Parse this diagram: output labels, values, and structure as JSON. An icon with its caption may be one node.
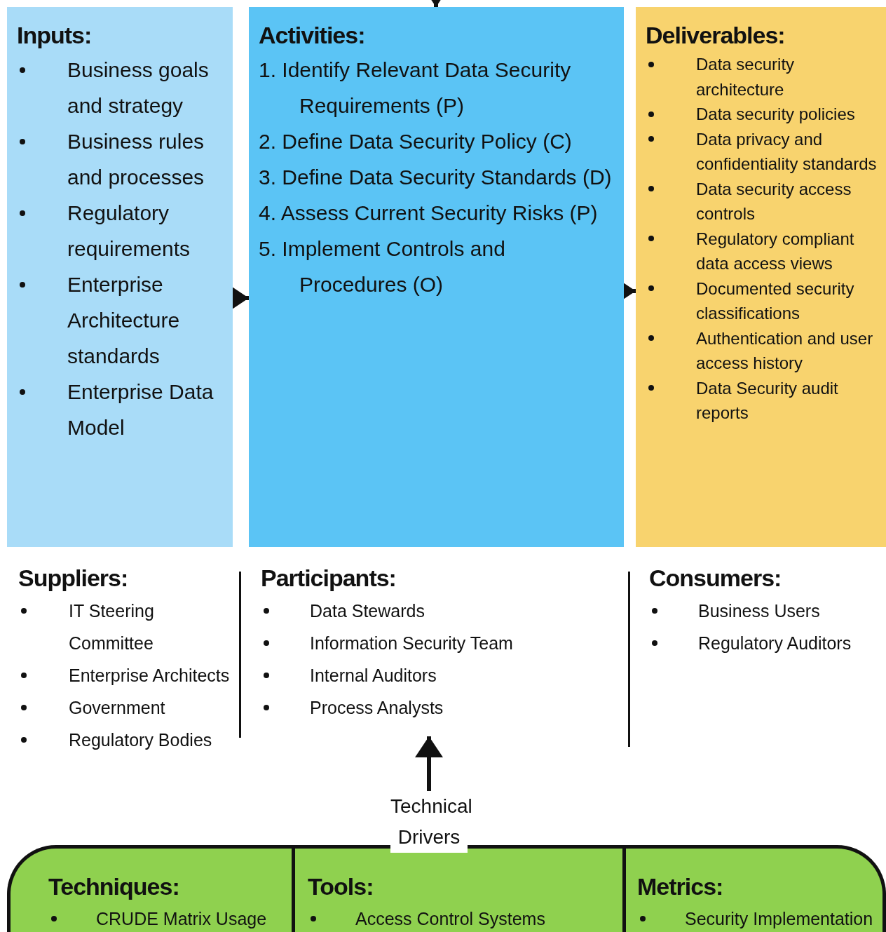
{
  "diagram": {
    "nodes": [
      {
        "text": [
          "Inputs:",
          "Business goals and strategy",
          "Business rules and processes",
          "Regulatory requirements",
          "Enterprise Architecture standards",
          "Enterprise Data Model"
        ]
      },
      {
        "text": [
          "Activities:",
          "1. Identify Relevant Data Security Requirements (P)",
          "2. Define Data Security Policy (C)",
          "3. Define Data Security Standards (D)",
          "4. Assess Current Security Risks (P)",
          "5. Implement Controls and Procedures (O)"
        ]
      },
      {
        "text": [
          "Deliverables:",
          "Data security architecture",
          "Data security policies",
          "Data privacy and confidentiality standards",
          "Data security access controls",
          "Regulatory compliant data access views",
          "Documented security classifications",
          "Authentication and user access history",
          "Data Security audit reports"
        ]
      },
      {
        "text": [
          "Suppliers:",
          "IT Steering Committee",
          "Enterprise Architects",
          "Government",
          "Regulatory Bodies"
        ]
      },
      {
        "text": [
          "Participants:",
          "Data Stewards",
          "Information Security Team",
          "Internal Auditors",
          "Process Analysts"
        ]
      },
      {
        "text": [
          "Consumers:",
          "Business Users",
          "Regulatory Auditors"
        ]
      },
      {
        "text": [],
        "shape": "box"
      },
      {
        "text": [
          "Techniques:",
          "CRUDE Matrix Usage"
        ],
        "in": 6
      },
      {
        "text": [
          "Tools:",
          "Access Control Systems"
        ],
        "in": 6
      },
      {
        "text": [
          "Metrics:",
          "Security Implementation"
        ],
        "in": 6
      }
    ],
    "edges": [
      {
        "from": null,
        "to": 1,
        "arrow": "to"
      },
      {
        "from": 0,
        "to": 1,
        "arrow": "to"
      },
      {
        "from": 1,
        "to": 2,
        "arrow": "to"
      },
      {
        "from": 6,
        "to": 4,
        "label": "Technical Drivers",
        "arrow": "to"
      }
    ]
  }
}
